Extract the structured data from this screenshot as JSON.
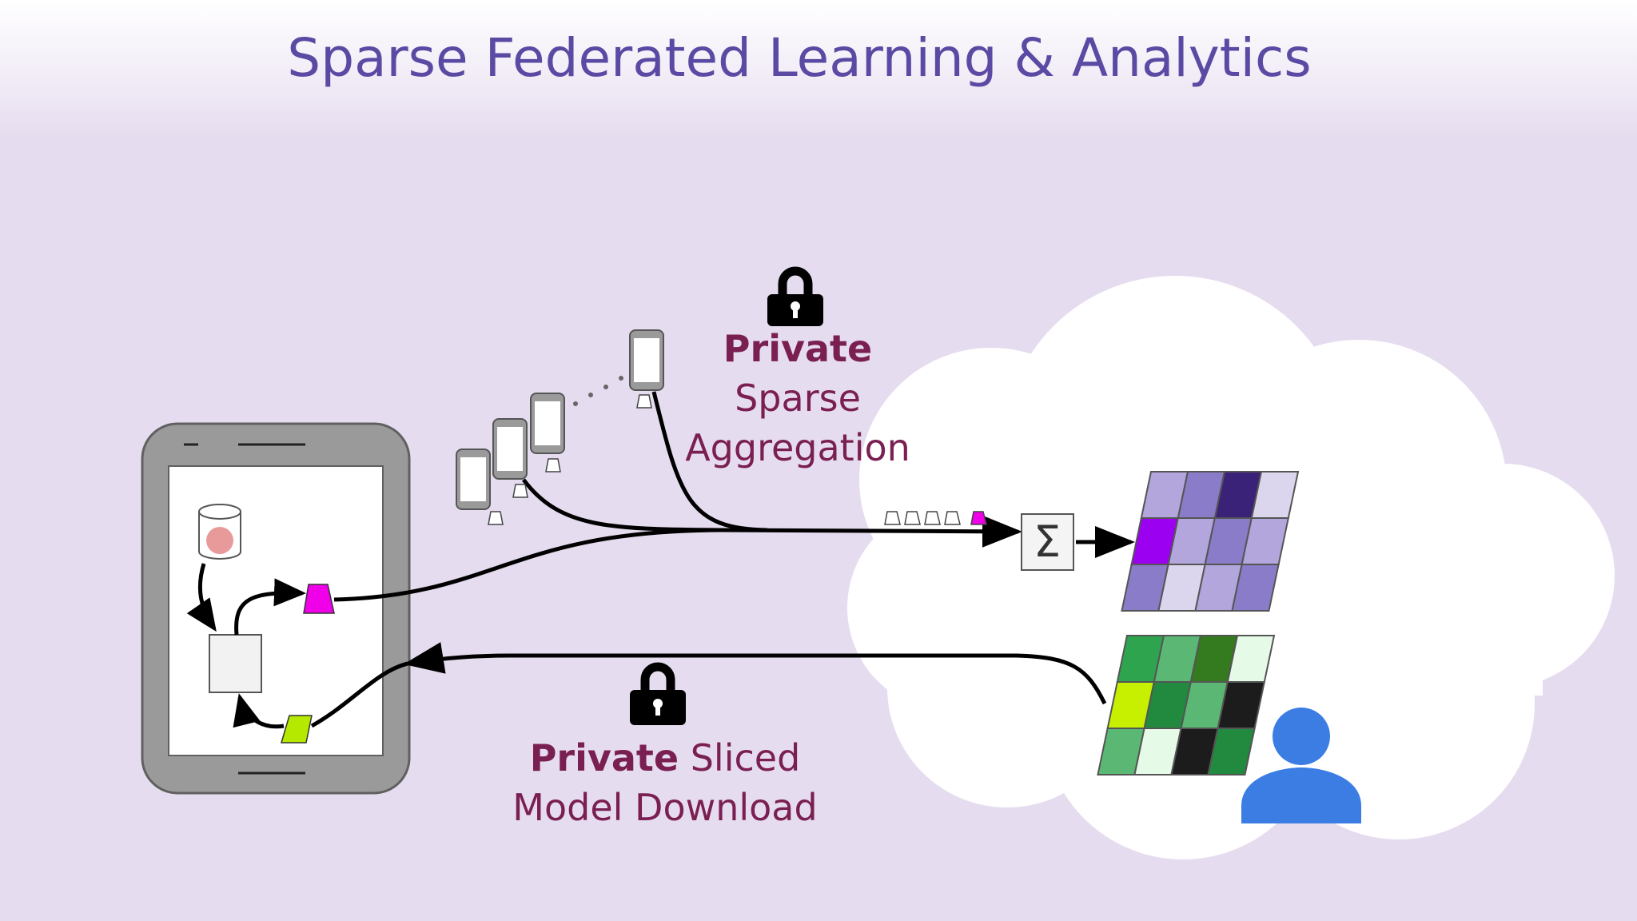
{
  "title": "Sparse Federated Learning & Analytics",
  "upload_label": {
    "line1": "Private",
    "line2": "Sparse",
    "line3": "Aggregation"
  },
  "download_label": {
    "bold": "Private",
    "rest": " Sliced",
    "line2": "Model Download"
  },
  "sum_symbol": "Σ",
  "colors": {
    "title": "#5b4aa3",
    "label": "#7a1f52",
    "background": "#e6dcef",
    "upload_grid": [
      "#b3a6dc",
      "#8a7cc8",
      "#3b2279",
      "#dcd5ee",
      "#9b00f0",
      "#b3a6dc",
      "#8a7cc8",
      "#b3a6dc",
      "#8a7cc8",
      "#dcd5ee",
      "#b3a6dc",
      "#8a7cc8"
    ],
    "download_grid": [
      "#2ea44f",
      "#5ab874",
      "#347a1f",
      "#e6fae8",
      "#c6f000",
      "#218a3e",
      "#5ab874",
      "#1c1c1c",
      "#5ab874",
      "#e6fae8",
      "#1c1c1c",
      "#218a3e"
    ],
    "user": "#3b7de3",
    "upload_update": "#f000e8",
    "download_slice": "#b5ea00"
  },
  "icons": [
    "lock-icon",
    "phone-icon",
    "database-icon",
    "sum-icon",
    "user-icon",
    "cloud-icon"
  ]
}
